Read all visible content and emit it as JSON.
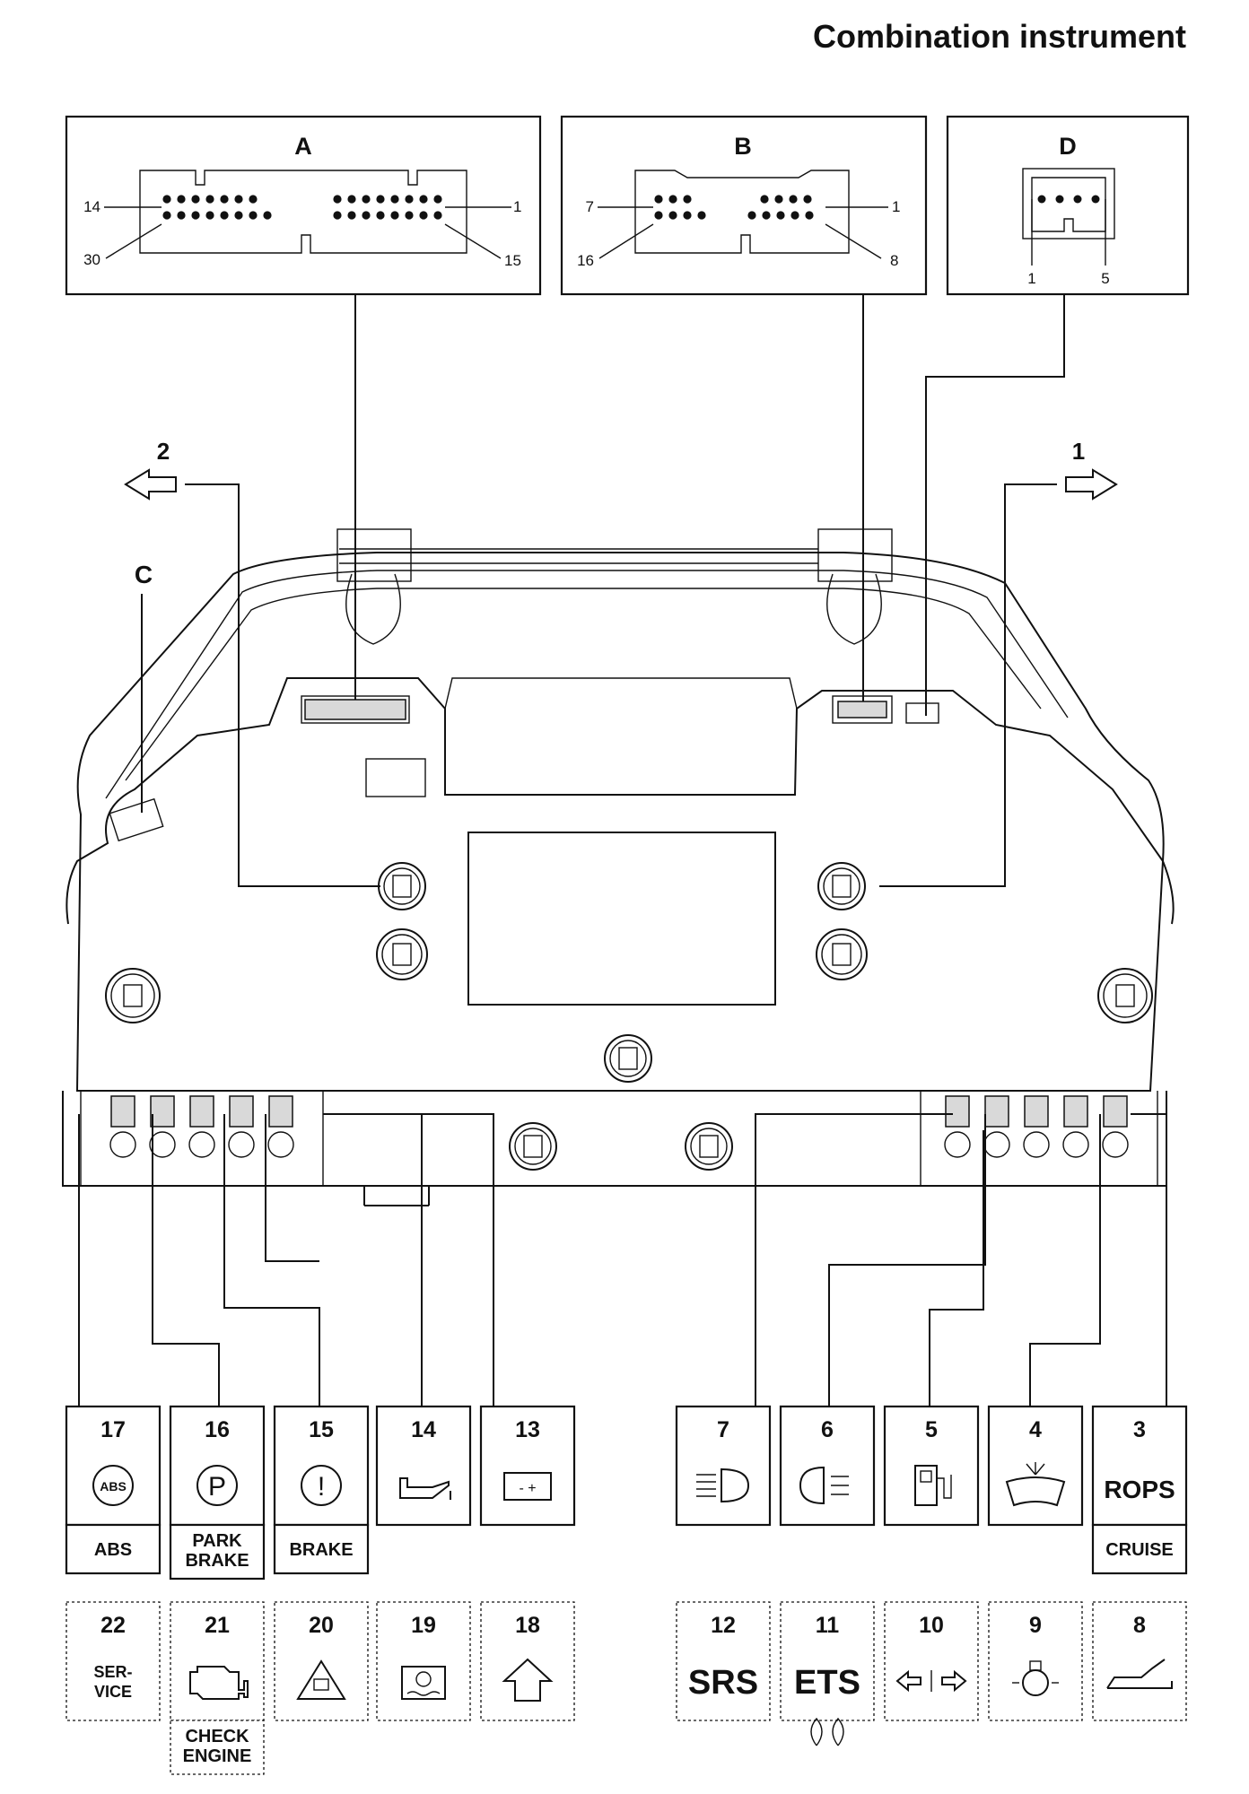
{
  "title": "Combination instrument",
  "connectors": {
    "A": {
      "label": "A",
      "pin_top_left": "14",
      "pin_top_right": "1",
      "pin_bottom_left": "30",
      "pin_bottom_right": "15"
    },
    "B": {
      "label": "B",
      "pin_top_left": "7",
      "pin_top_right": "1",
      "pin_bottom_left": "16",
      "pin_bottom_right": "8"
    },
    "C": {
      "label": "C"
    },
    "D": {
      "label": "D",
      "pin_left": "1",
      "pin_right": "5"
    }
  },
  "arrows": {
    "left": "2",
    "right": "1"
  },
  "indicators_top_row": [
    {
      "num": "17",
      "icon": "abs-icon",
      "icon_text": "ABS",
      "caption": "ABS"
    },
    {
      "num": "16",
      "icon": "park-brake-icon",
      "icon_text": "P",
      "caption": "PARK BRAKE"
    },
    {
      "num": "15",
      "icon": "brake-warning-icon",
      "icon_text": "!",
      "caption": "BRAKE"
    },
    {
      "num": "14",
      "icon": "oil-can-icon",
      "icon_text": "",
      "caption": ""
    },
    {
      "num": "13",
      "icon": "battery-icon",
      "icon_text": "- +",
      "caption": ""
    },
    {
      "num": "7",
      "icon": "headlight-icon",
      "icon_text": "",
      "caption": ""
    },
    {
      "num": "6",
      "icon": "rear-fog-icon",
      "icon_text": "",
      "caption": ""
    },
    {
      "num": "5",
      "icon": "fuel-pump-icon",
      "icon_text": "",
      "caption": ""
    },
    {
      "num": "4",
      "icon": "washer-fluid-icon",
      "icon_text": "",
      "caption": ""
    },
    {
      "num": "3",
      "icon": "rops-icon",
      "icon_text": "ROPS",
      "caption": "CRUISE"
    }
  ],
  "indicators_bottom_row": [
    {
      "num": "22",
      "icon": "service-icon",
      "icon_text": "SER- VICE",
      "caption": ""
    },
    {
      "num": "21",
      "icon": "engine-icon",
      "icon_text": "",
      "caption": "CHECK ENGINE"
    },
    {
      "num": "20",
      "icon": "traction-icon",
      "icon_text": "",
      "caption": ""
    },
    {
      "num": "19",
      "icon": "coolant-icon",
      "icon_text": "",
      "caption": ""
    },
    {
      "num": "18",
      "icon": "upshift-arrow-icon",
      "icon_text": "",
      "caption": ""
    },
    {
      "num": "12",
      "icon": "srs-icon",
      "icon_text": "SRS",
      "caption": ""
    },
    {
      "num": "11",
      "icon": "ets-icon",
      "icon_text": "ETS",
      "caption": ""
    },
    {
      "num": "10",
      "icon": "turn-signal-icon",
      "icon_text": "",
      "caption": ""
    },
    {
      "num": "9",
      "icon": "bulb-failure-icon",
      "icon_text": "",
      "caption": ""
    },
    {
      "num": "8",
      "icon": "open-hatch-icon",
      "icon_text": "",
      "caption": ""
    }
  ]
}
